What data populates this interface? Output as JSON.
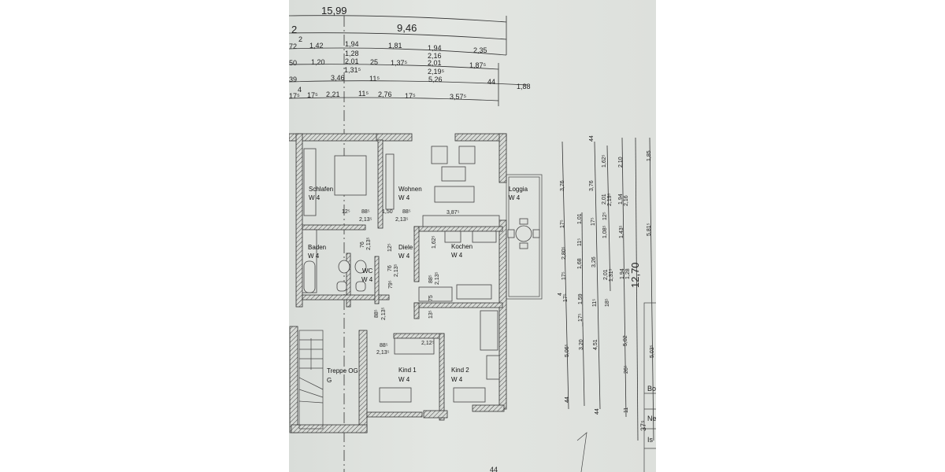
{
  "plan": {
    "rooms": [
      {
        "name": "Schlafen",
        "code": "W 4"
      },
      {
        "name": "Wohnen",
        "code": "W 4"
      },
      {
        "name": "Loggia",
        "code": "W 4"
      },
      {
        "name": "Baden",
        "code": "W 4"
      },
      {
        "name": "Diele",
        "code": "W 4"
      },
      {
        "name": "Kochen",
        "code": "W 4"
      },
      {
        "name": "WC",
        "code": "W 4"
      },
      {
        "name": "Treppe OG",
        "code": "G"
      },
      {
        "name": "Kind 1",
        "code": "W 4"
      },
      {
        "name": "Kind 2",
        "code": "W 4"
      }
    ],
    "top_dims": [
      "15,99",
      "2",
      "9,46",
      "72",
      "1,42",
      "1,94",
      "1,81",
      "1,94",
      "2,35",
      "2",
      "1,28",
      "2,16",
      "50",
      "1,20",
      "2,01",
      "25",
      "1,37⁵",
      "2,01",
      "1,87⁵",
      "1,31⁵",
      "2,19⁵",
      "39",
      "3,46",
      "11⁵",
      "5,26",
      "44",
      "1,88",
      "4",
      "17⁵",
      "17⁵",
      "2,21",
      "11⁵",
      "2,76",
      "17⁵",
      "3,57⁵"
    ],
    "inner_dims": [
      "12⁵",
      "88⁵",
      "2,13⁵",
      "1,50",
      "88⁵",
      "2,13⁵",
      "3,87⁵",
      "76",
      "2,13⁵",
      "1,62⁵",
      "76",
      "2,13⁵",
      "12⁵",
      "79⁵",
      "88⁵",
      "2,13⁵",
      "75",
      "88⁵",
      "2,13⁵",
      "13⁵",
      "88⁵",
      "2,13⁵",
      "2,12⁵"
    ],
    "right_dims": [
      "3,76",
      "17⁵",
      "2,80⁵",
      "17⁵",
      "4",
      "17⁵",
      "5,06⁵",
      "44",
      "1,01",
      "11⁵",
      "1,68",
      "1,59",
      "17⁵",
      "3,20",
      "3,76",
      "17⁵",
      "3,26",
      "11⁵",
      "4,51",
      "44",
      "1,62⁵",
      "2,01",
      "2,19⁵",
      "12⁵",
      "1,08⁵",
      "2,01",
      "1,31⁵",
      "18⁵",
      "2,10",
      "1,94",
      "2,16",
      "1,43⁵",
      "1,94",
      "1,28",
      "5,02",
      "26⁵",
      "11",
      "12,70",
      "44",
      "1,85",
      "5,81⁵",
      "5,03⁵",
      "37⁵"
    ],
    "title_block": [
      "Bo",
      "Ne",
      "Is"
    ],
    "bottom_dims": [
      "44"
    ]
  }
}
